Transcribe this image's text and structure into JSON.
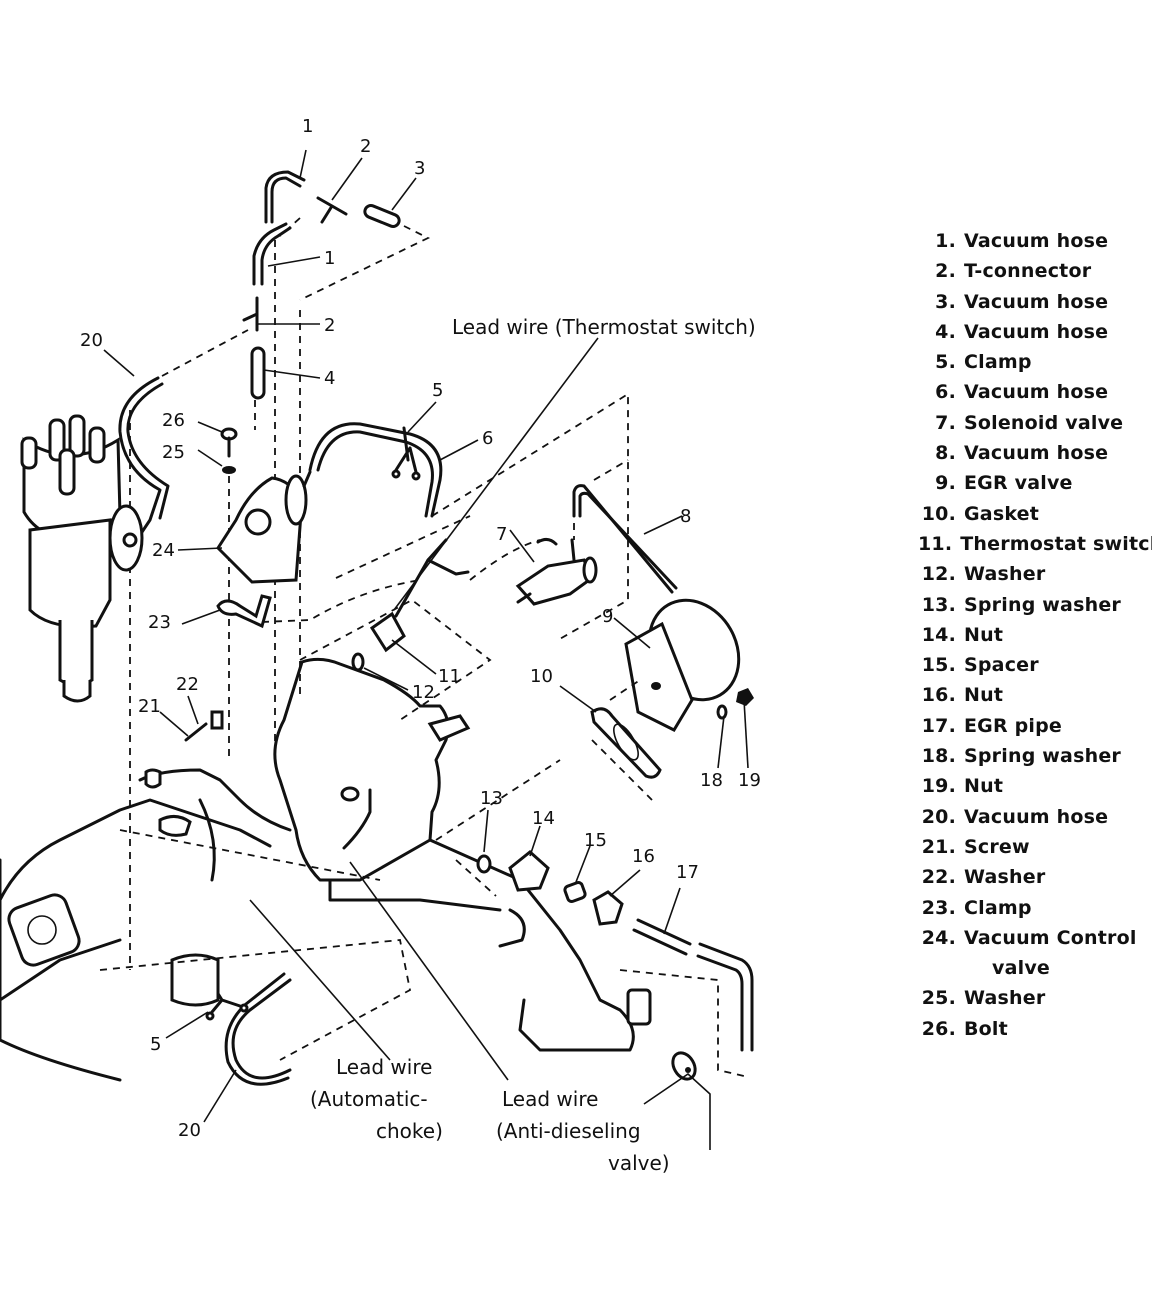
{
  "figure": {
    "title": "Emission control vacuum hose and EGR system exploded view",
    "legend": [
      {
        "num": "1.",
        "label": "Vacuum hose"
      },
      {
        "num": "2.",
        "label": "T-connector"
      },
      {
        "num": "3.",
        "label": "Vacuum hose"
      },
      {
        "num": "4.",
        "label": "Vacuum hose"
      },
      {
        "num": "5.",
        "label": "Clamp"
      },
      {
        "num": "6.",
        "label": "Vacuum hose"
      },
      {
        "num": "7.",
        "label": "Solenoid valve"
      },
      {
        "num": "8.",
        "label": "Vacuum hose"
      },
      {
        "num": "9.",
        "label": "EGR valve"
      },
      {
        "num": "10.",
        "label": "Gasket"
      },
      {
        "num": "11.",
        "label": "Thermostat switch"
      },
      {
        "num": "12.",
        "label": "Washer"
      },
      {
        "num": "13.",
        "label": "Spring washer"
      },
      {
        "num": "14.",
        "label": "Nut"
      },
      {
        "num": "15.",
        "label": "Spacer"
      },
      {
        "num": "16.",
        "label": "Nut"
      },
      {
        "num": "17.",
        "label": "EGR pipe"
      },
      {
        "num": "18.",
        "label": "Spring washer"
      },
      {
        "num": "19.",
        "label": "Nut"
      },
      {
        "num": "20.",
        "label": "Vacuum hose"
      },
      {
        "num": "21.",
        "label": "Screw"
      },
      {
        "num": "22.",
        "label": "Washer"
      },
      {
        "num": "23.",
        "label": "Clamp"
      },
      {
        "num": "24.",
        "label": "Vacuum Control",
        "continuation": "valve"
      },
      {
        "num": "25.",
        "label": "Washer"
      },
      {
        "num": "26.",
        "label": "Bolt"
      }
    ],
    "callouts": {
      "c1a": "1",
      "c2a": "2",
      "c3": "3",
      "c1b": "1",
      "c2b": "2",
      "c4": "4",
      "c5a": "5",
      "c6": "6",
      "c7": "7",
      "c8": "8",
      "c9": "9",
      "c10": "10",
      "c11": "11",
      "c12": "12",
      "c13": "13",
      "c14": "14",
      "c15": "15",
      "c16": "16",
      "c17": "17",
      "c18": "18",
      "c19": "19",
      "c20a": "20",
      "c20b": "20",
      "c21": "21",
      "c22": "22",
      "c23": "23",
      "c24": "24",
      "c25": "25",
      "c26": "26",
      "c5b": "5"
    },
    "lead_wires": {
      "thermostat": "Lead wire (Thermostat switch)",
      "auto_choke": [
        "Lead wire",
        "(Automatic-",
        "choke)"
      ],
      "anti_dieseling": [
        "Lead wire",
        "(Anti-dieseling",
        "valve)"
      ]
    }
  }
}
